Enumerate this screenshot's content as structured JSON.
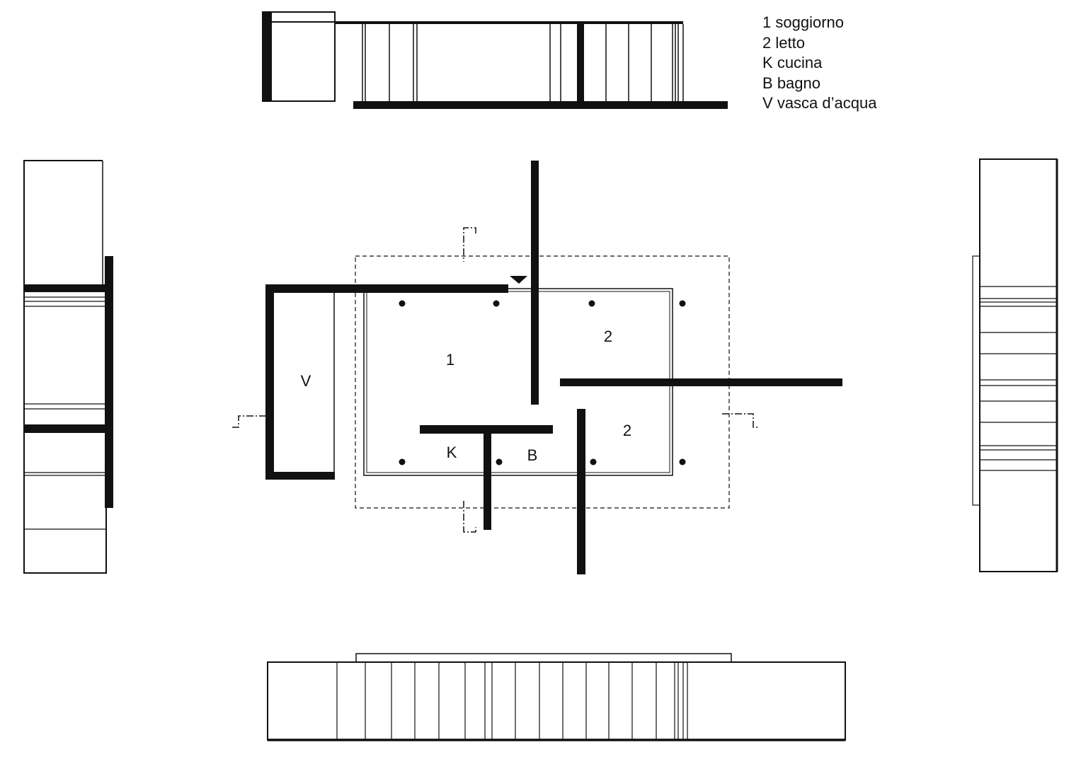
{
  "legend": [
    {
      "key": "1",
      "text": "soggiorno"
    },
    {
      "key": "2",
      "text": "letto"
    },
    {
      "key": "K",
      "text": "cucina"
    },
    {
      "key": "B",
      "text": "bagno"
    },
    {
      "key": "V",
      "text": "vasca d’acqua"
    }
  ],
  "plan_labels": {
    "living": "1",
    "bedroom_a": "2",
    "bedroom_b": "2",
    "kitchen": "K",
    "bath": "B",
    "pool": "V"
  },
  "colors": {
    "ink": "#111111",
    "paper": "#ffffff"
  }
}
